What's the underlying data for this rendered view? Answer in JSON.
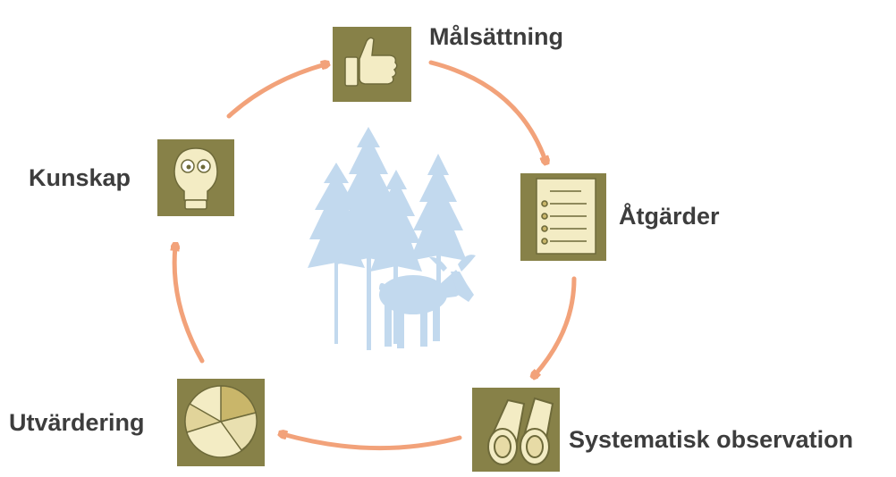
{
  "diagram": {
    "type": "cycle",
    "colors": {
      "arrow": "#f2a27a",
      "icon_background": "#878148",
      "icon_foreground": "#f3ecc4",
      "centerpiece": "#c2d9ee"
    },
    "centerpiece": {
      "description": ""
    },
    "nodes": [
      {
        "id": "malsattning",
        "label": "Målsättning",
        "icon": "thumbs-up-icon"
      },
      {
        "id": "atgarder",
        "label": "Åtgärder",
        "icon": "checklist-icon"
      },
      {
        "id": "systematisk",
        "label": "Systematisk observation",
        "icon": "binoculars-icon"
      },
      {
        "id": "utvardering",
        "label": "Utvärdering",
        "icon": "pie-chart-icon"
      },
      {
        "id": "kunskap",
        "label": "Kunskap",
        "icon": "lightbulb-icon"
      }
    ],
    "edges": [
      {
        "from": "malsattning",
        "to": "atgarder"
      },
      {
        "from": "atgarder",
        "to": "systematisk"
      },
      {
        "from": "systematisk",
        "to": "utvardering"
      },
      {
        "from": "utvardering",
        "to": "kunskap"
      },
      {
        "from": "kunskap",
        "to": "malsattning"
      }
    ]
  }
}
